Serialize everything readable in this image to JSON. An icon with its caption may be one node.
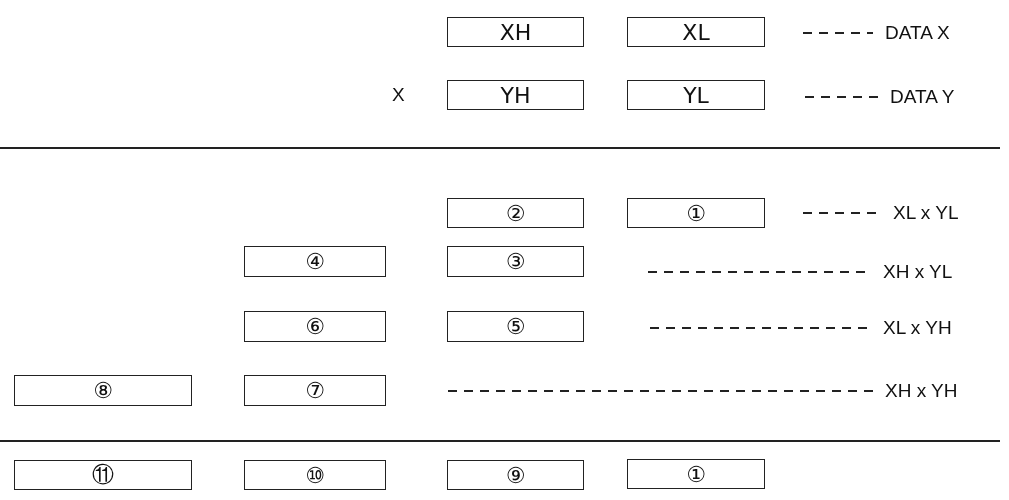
{
  "diagram": {
    "nodes": [
      {
        "text": [
          "XH"
        ]
      },
      {
        "text": [
          "XL"
        ]
      },
      {
        "text": [
          "DATA X"
        ]
      },
      {
        "text": [
          "YH"
        ]
      },
      {
        "text": [
          "YL"
        ]
      },
      {
        "text": [
          "DATA Y"
        ]
      },
      {
        "text": [
          "②"
        ]
      },
      {
        "text": [
          "①"
        ]
      },
      {
        "text": [
          "XL x YL"
        ]
      },
      {
        "text": [
          "④"
        ]
      },
      {
        "text": [
          "③"
        ]
      },
      {
        "text": [
          "XH x YL"
        ]
      },
      {
        "text": [
          "⑥"
        ]
      },
      {
        "text": [
          "⑤"
        ]
      },
      {
        "text": [
          "XL x YH"
        ]
      },
      {
        "text": [
          "⑧"
        ]
      },
      {
        "text": [
          "⑦"
        ]
      },
      {
        "text": [
          "XH x YH"
        ]
      },
      {
        "text": [
          "⑪"
        ]
      },
      {
        "text": [
          "⑩"
        ]
      },
      {
        "text": [
          "⑨"
        ]
      },
      {
        "text": [
          "①"
        ]
      }
    ],
    "edges": [
      {
        "from": null,
        "to": 2,
        "arrow": "none",
        "style": "dashed"
      },
      {
        "from": null,
        "to": 5,
        "arrow": "none",
        "style": "dashed"
      },
      {
        "from": null,
        "to": 8,
        "arrow": "none",
        "style": "dashed"
      },
      {
        "from": null,
        "to": 11,
        "arrow": "none",
        "style": "dashed"
      },
      {
        "from": null,
        "to": 14,
        "arrow": "none",
        "style": "dashed"
      },
      {
        "from": null,
        "to": 17,
        "arrow": "none",
        "style": "dashed"
      }
    ],
    "labels": [
      "X"
    ]
  }
}
